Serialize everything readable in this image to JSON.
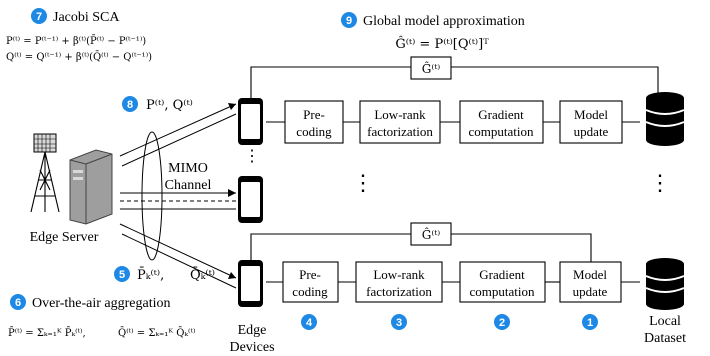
{
  "colors": {
    "step_badge": "#1e88e5",
    "stroke": "#000000",
    "database": "#000000",
    "tower_cap": "#d9d9d9",
    "server_body": "#9e9e9e"
  },
  "steps": {
    "s1": "1",
    "s2": "2",
    "s3": "3",
    "s4": "4",
    "s5": "5",
    "s6": "6",
    "s7": "7",
    "s8": "8",
    "s9": "9"
  },
  "labels": {
    "jacobi": "Jacobi SCA",
    "global": "Global model approximation",
    "ota": "Over-the-air aggregation",
    "mimo_1": "MIMO",
    "mimo_2": "Channel",
    "edge_server": "Edge Server",
    "edge_devices_1": "Edge",
    "edge_devices_2": "Devices",
    "local_1": "Local",
    "local_2": "Dataset"
  },
  "pipeline": {
    "precoding": [
      "Pre-",
      "coding"
    ],
    "lowrank": [
      "Low-rank",
      "factorization"
    ],
    "gradient": [
      "Gradient",
      "computation"
    ],
    "update": [
      "Model",
      "update"
    ]
  },
  "equations": {
    "p_update": "P⁽ᵗ⁾ = P⁽ᵗ⁻¹⁾ + β⁽ᵗ⁾(P̄⁽ᵗ⁾ − P⁽ᵗ⁻¹⁾)",
    "q_update": "Q⁽ᵗ⁾ = Q⁽ᵗ⁻¹⁾ + β⁽ᵗ⁾(Q̄⁽ᵗ⁾ − Q⁽ᵗ⁻¹⁾)",
    "g_approx": "Ĝ⁽ᵗ⁾ = P⁽ᵗ⁾[Q⁽ᵗ⁾]ᵀ",
    "g_box": "Ĝ⁽ᵗ⁾",
    "pq_down": "P⁽ᵗ⁾,  Q⁽ᵗ⁾",
    "pq_up_p": "P̄ₖ⁽ᵗ⁾,",
    "pq_up_q": "Q̄ₖ⁽ᵗ⁾",
    "p_sum": "P̄⁽ᵗ⁾ = Σₖ₌₁ᴷ P̄ₖ⁽ᵗ⁾,",
    "q_sum": "Q̄⁽ᵗ⁾ = Σₖ₌₁ᴷ Q̄ₖ⁽ᵗ⁾"
  },
  "ellipsis": "⋮"
}
